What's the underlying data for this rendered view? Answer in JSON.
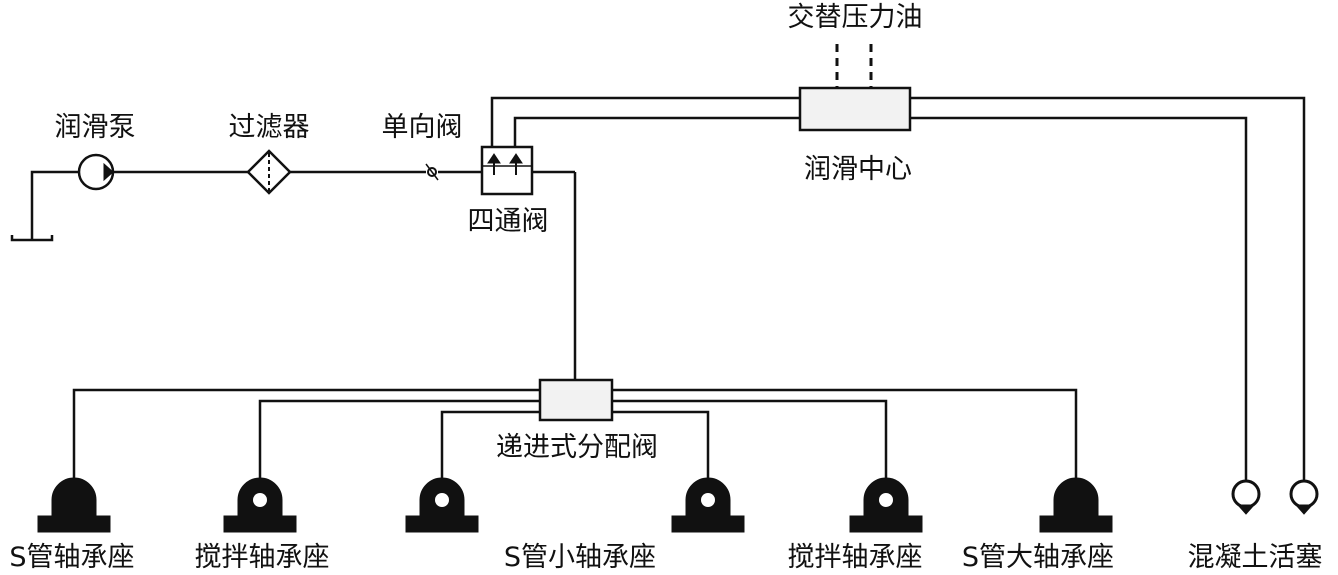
{
  "labels": {
    "alternating_pressure_oil": "交替压力油",
    "lube_pump": "润滑泵",
    "filter": "过滤器",
    "check_valve": "单向阀",
    "four_way_valve": "四通阀",
    "lube_center": "润滑中心",
    "progressive_distributor": "递进式分配阀",
    "s_tube_bearing_seat": "S管轴承座",
    "mixer_bearing_seat_left": "搅拌轴承座",
    "s_tube_small_bearing_seat": "S管小轴承座",
    "mixer_bearing_seat_right": "搅拌轴承座",
    "s_tube_large_bearing_seat": "S管大轴承座",
    "concrete_piston": "混凝土活塞"
  }
}
